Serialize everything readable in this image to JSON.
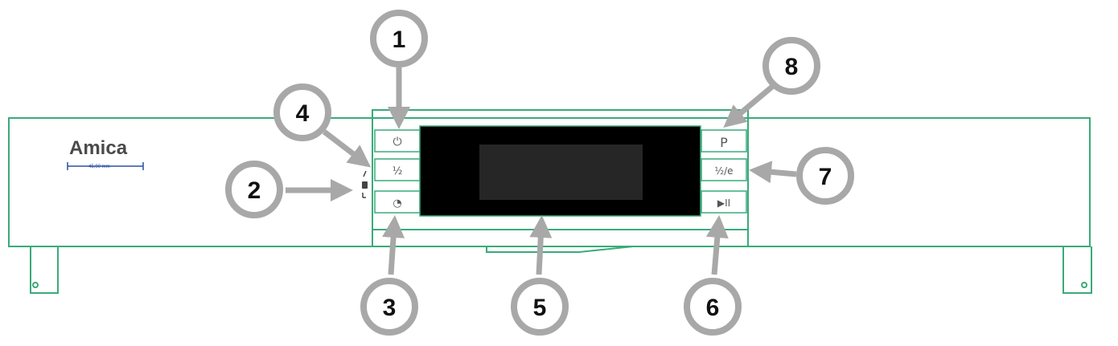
{
  "brand": {
    "name": "Amica",
    "subtitle": "45,00 mm"
  },
  "colors": {
    "outline": "#3aaa7a",
    "callout": "#a8a8a8",
    "display": "#000000",
    "screen": "#262626"
  },
  "buttons": {
    "power": {
      "label": "⏻"
    },
    "half_load": {
      "label": "½"
    },
    "delay": {
      "label": "◔"
    },
    "program": {
      "label": "P"
    },
    "extra": {
      "label": "½/e"
    },
    "start_pause": {
      "label": "▶II"
    }
  },
  "indicator": {
    "icon": "lock-icon"
  },
  "callouts": [
    "1",
    "2",
    "3",
    "4",
    "5",
    "6",
    "7",
    "8"
  ]
}
